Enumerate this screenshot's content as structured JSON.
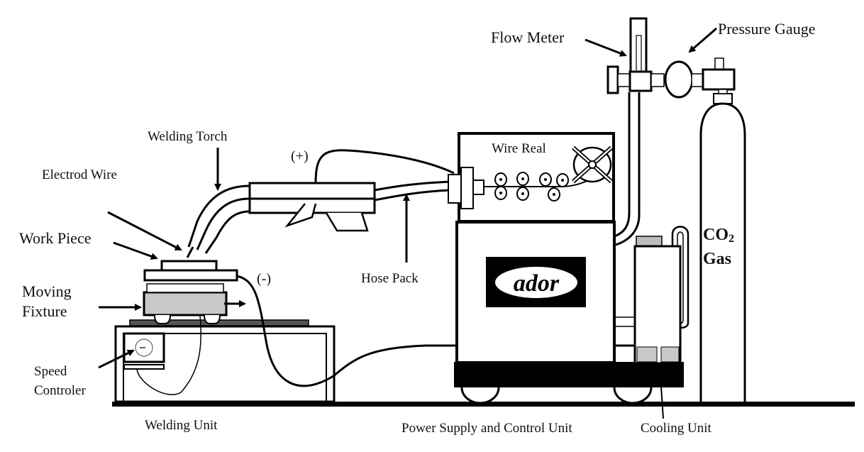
{
  "diagram": {
    "title": "Schematic of CO2 gas metal arc welding setup",
    "colors": {
      "line": "#000000",
      "fixture_fill": "#c8c8c8",
      "logo_bg": "#000000",
      "logo_text": "#000000"
    },
    "labels": {
      "flow_meter": "Flow Meter",
      "pressure_gauge": "Pressure Gauge",
      "welding_torch": "Welding Torch",
      "electrode_wire": "Electrod Wire",
      "work_piece": "Work Piece",
      "moving_fixture_line1": "Moving",
      "moving_fixture_line2": "Fixture",
      "speed_controller_line1": "Speed",
      "speed_controller_line2": "Controler",
      "welding_unit": "Welding Unit",
      "hose_pack": "Hose Pack",
      "positive_terminal": "(+)",
      "negative_terminal": "(-)",
      "wire_reel": "Wire Real",
      "co2_line1": "CO",
      "co2_subscript": "2",
      "co2_line2": "Gas",
      "power_supply": "Power Supply and Control Unit",
      "cooling_unit": "Cooling Unit",
      "brand_logo": "ador"
    }
  }
}
